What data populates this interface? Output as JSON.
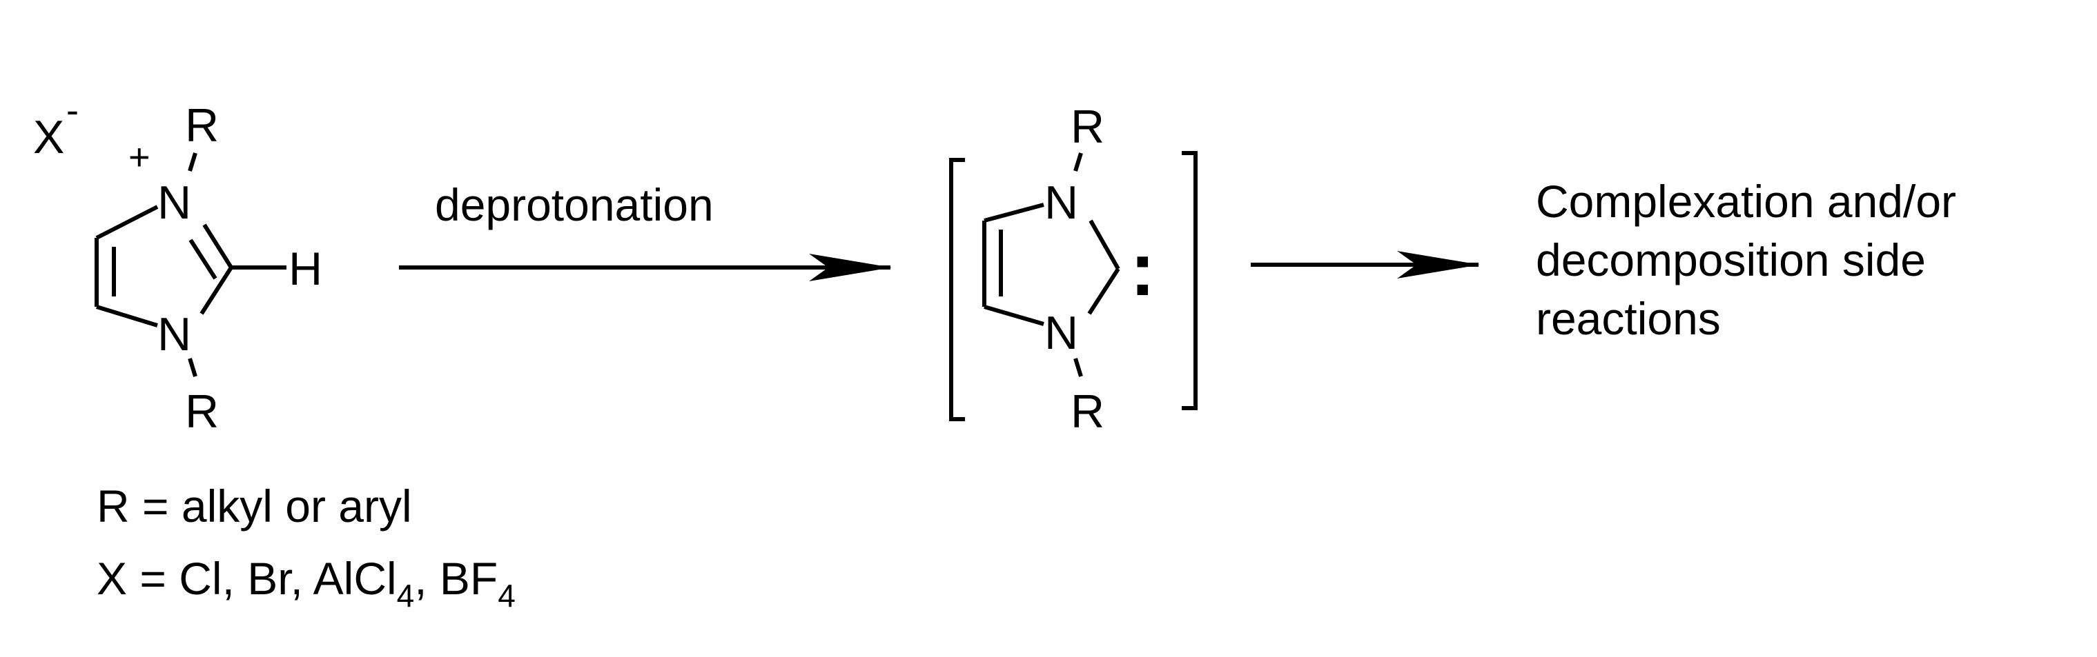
{
  "colors": {
    "ink": "#000000",
    "background": "#ffffff"
  },
  "reactant": {
    "counterion": "X",
    "counterion_charge": "-",
    "cation_charge": "+",
    "n_top": "N",
    "n_bottom": "N",
    "r_top": "R",
    "r_bottom": "R",
    "h": "H"
  },
  "legend": {
    "r_line": "R = alkyl or aryl",
    "x_line_prefix": "X = Cl, Br, AlCl",
    "x_line_sub1": "4",
    "x_line_mid": ", BF",
    "x_line_sub2": "4"
  },
  "arrow1": {
    "label": "deprotonation"
  },
  "intermediate": {
    "n_top": "N",
    "n_bottom": "N",
    "r_top": "R",
    "r_bottom": "R",
    "lone_pair": ":"
  },
  "product": {
    "line1": "Complexation and/or",
    "line2": "decomposition side",
    "line3": "reactions"
  }
}
